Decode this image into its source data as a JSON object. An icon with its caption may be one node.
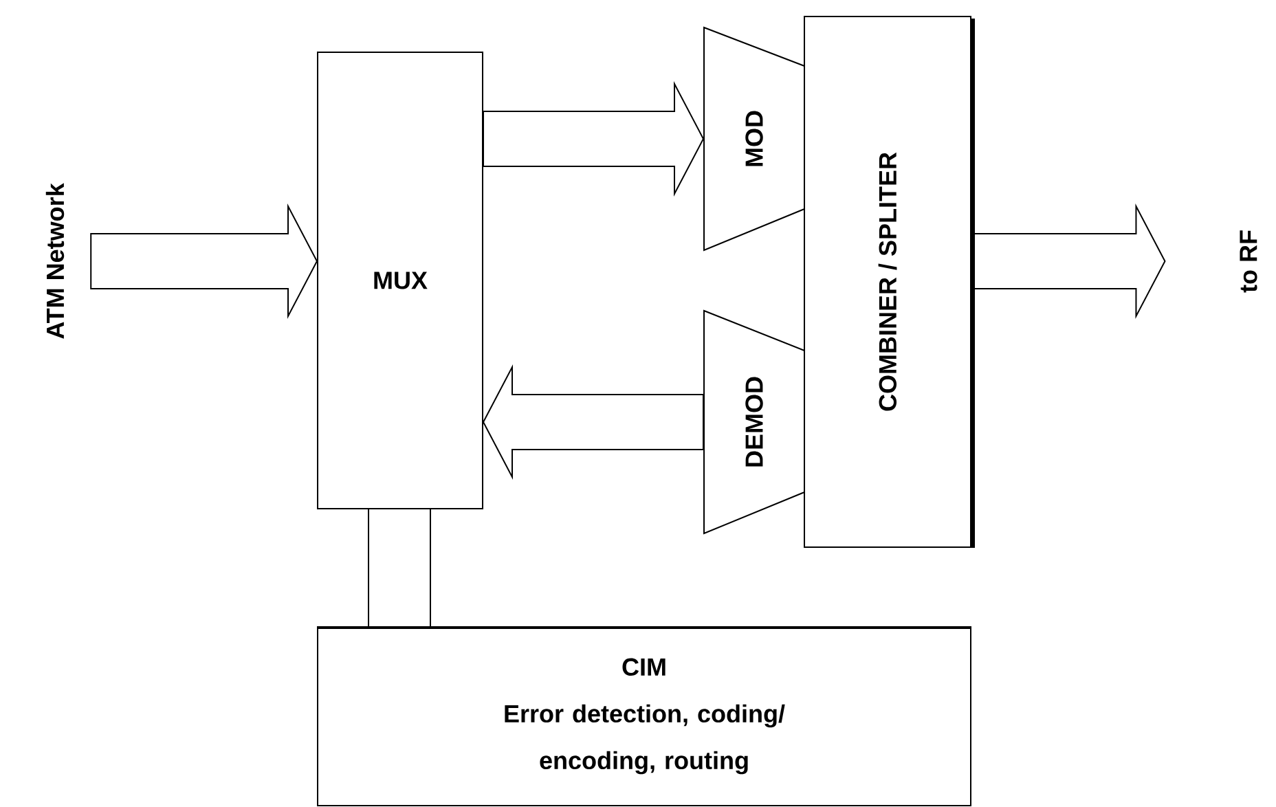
{
  "diagram": {
    "nodes": [
      {
        "text": [
          "ATM Network"
        ]
      },
      {
        "text": [
          "MUX"
        ]
      },
      {
        "text": [
          "MOD"
        ]
      },
      {
        "text": [
          "DEMOD"
        ]
      },
      {
        "text": [
          "COMBINER / SPLITER"
        ]
      },
      {
        "text": [
          "to RF"
        ]
      },
      {
        "text": [
          "CIM",
          "Error detection, coding/ encoding, routing"
        ]
      }
    ],
    "edges": [
      {
        "from": 0,
        "to": 1,
        "arrow": "to"
      },
      {
        "from": 1,
        "to": 2,
        "arrow": "to"
      },
      {
        "from": 3,
        "to": 1,
        "arrow": "to"
      },
      {
        "from": 4,
        "to": 5,
        "arrow": "to"
      },
      {
        "from": 1,
        "to": 6,
        "arrow": "none"
      }
    ]
  }
}
